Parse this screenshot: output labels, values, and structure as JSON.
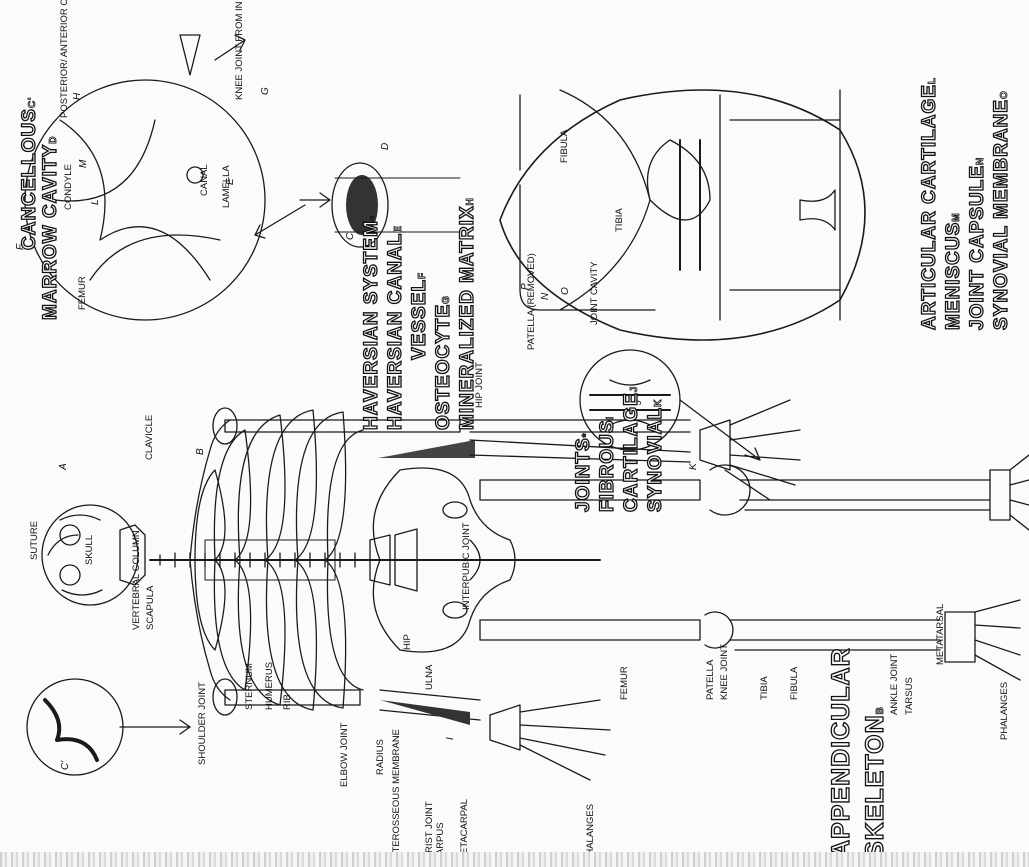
{
  "labels": {
    "skull": "SKULL",
    "suture": "SUTURE",
    "vertebral_column": "VERTEBRAL COLUMN",
    "scapula": "SCAPULA",
    "shoulder_joint": "SHOULDER JOINT",
    "sternum": "STERNUM",
    "humerus": "HUMERUS",
    "rib": "RIB",
    "elbow_joint": "ELBOW JOINT",
    "radius": "RADIUS",
    "interosseous_membrane": "INTEROSSEOUS MEMBRANE",
    "wrist_joint": "WRIST JOINT",
    "carpus": "CARPUS",
    "metacarpal": "METACARPAL",
    "phalanges_hand": "PHALANGES",
    "ulna": "ULNA",
    "clavicle": "CLAVICLE",
    "hip": "HIP",
    "hip_joint": "HIP JOINT",
    "interpubic_joint": "INTERPUBIC JOINT",
    "femur": "FEMUR",
    "patella": "PATELLA",
    "knee_joint": "KNEE JOINT",
    "tibia": "TIBIA",
    "fibula": "FIBULA",
    "ankle_joint": "ANKLE JOINT",
    "tarsus": "TARSUS",
    "metatarsal": "METATARSAL",
    "phalanges_foot": "PHALANGES",
    "canal": "CANAL",
    "lamella": "LAMELLA",
    "patella_removed": "PATELLA (REMOVED)",
    "femur_knee": "FEMUR",
    "condyle": "CONDYLE",
    "cruciate": "POSTERIOR/ ANTERIOR CRUCIATE LIGAMENTS",
    "knee_front": "KNEE JOINT FROM IN FRONT (DIAGRAMMATIC)",
    "joint_cavity": "JOINT CAVITY",
    "tibia_knee": "TIBIA",
    "fibula_knee": "FIBULA"
  },
  "letters": {
    "a": "A",
    "b": "B",
    "c": "C",
    "c_prime": "C'",
    "d": "D",
    "e": "E",
    "f": "F",
    "g": "G",
    "h": "H",
    "i": "I",
    "j": "J",
    "k": "K",
    "l": "L",
    "m": "M",
    "n": "N",
    "o": "O",
    "p": "P"
  },
  "titles": {
    "cancellous": "CANCELLOUS",
    "cancellous_sub": "C'",
    "marrow_cavity": "MARROW CAVITY",
    "marrow_cavity_sub": "D",
    "haversian_system": "HAVERSIAN SYSTEM",
    "haversian_system_sub": "*",
    "haversian_canal": "HAVERSIAN CANAL",
    "haversian_canal_sub": "E",
    "vessel": "VESSEL",
    "vessel_sub": "F",
    "osteocyte": "OSTEOCYTE",
    "osteocyte_sub": "G",
    "mineralized_matrix": "MINERALIZED MATRIX",
    "mineralized_matrix_sub": "H",
    "joints": "JOINTS",
    "joints_sub": "*",
    "fibrous": "FIBROUS",
    "fibrous_sub": "I",
    "cartilage": "CARTILAGE",
    "cartilage_sub": "J",
    "synovial": "SYNOVIAL",
    "synovial_sub": "K",
    "articular_cartilage": "ARTICULAR CARTILAGE",
    "articular_cartilage_sub": "L",
    "meniscus": "MENISCUS",
    "meniscus_sub": "M",
    "joint_capsule": "JOINT CAPSULE",
    "joint_capsule_sub": "N",
    "synovial_membrane": "SYNOVIAL MEMBRANE",
    "synovial_membrane_sub": "O",
    "appendicular": "APPENDICULAR",
    "skeleton": "SKELETON",
    "skeleton_sub": "B"
  }
}
